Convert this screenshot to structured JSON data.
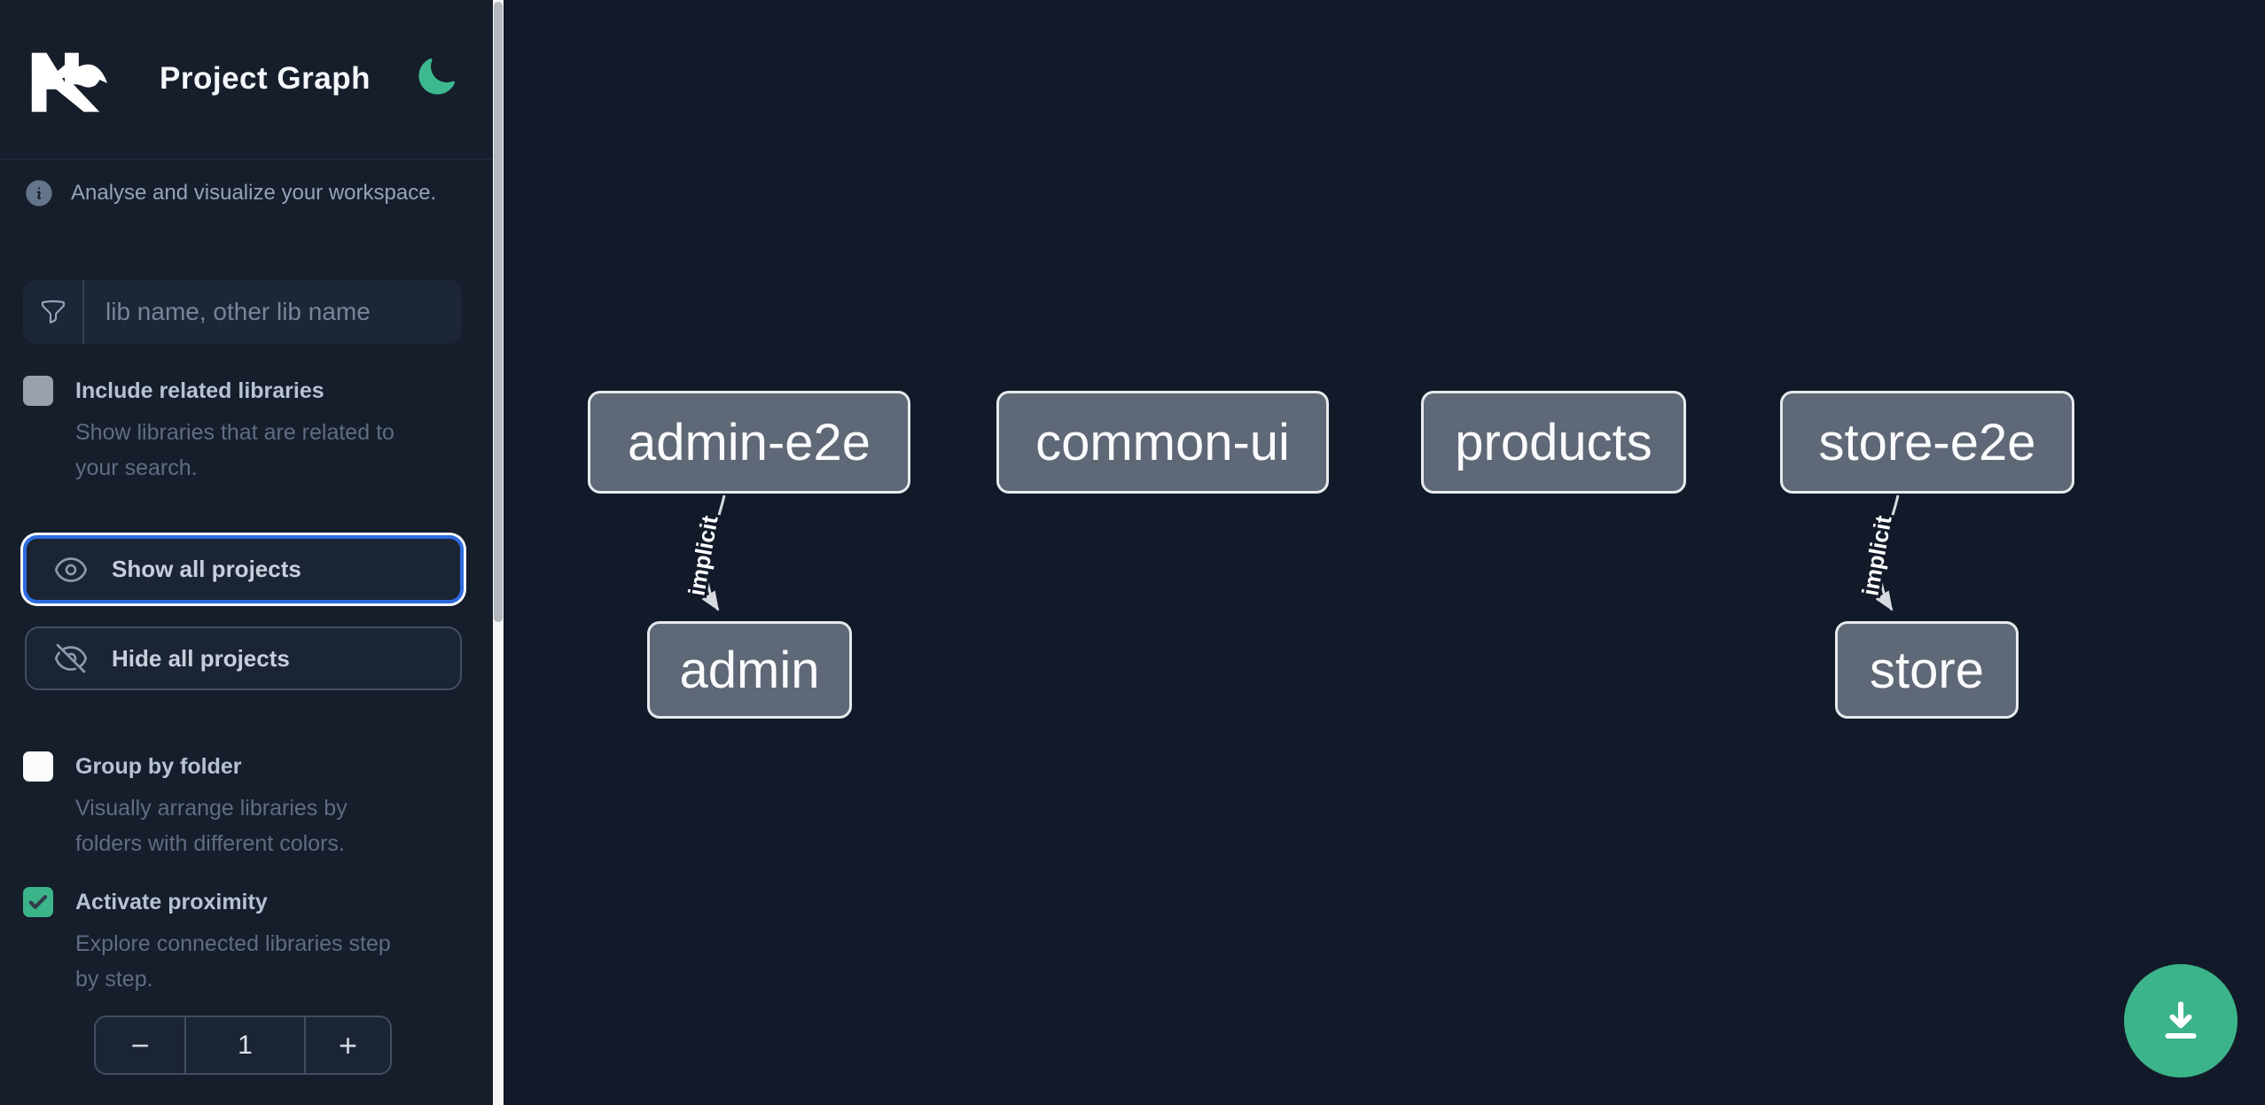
{
  "header": {
    "title": "Project Graph",
    "logo": "nx-logo",
    "theme_toggle_icon": "moon-icon"
  },
  "sidebar": {
    "info_text": "Analyse and visualize your workspace.",
    "search_placeholder": "lib name, other lib name",
    "include_related": {
      "label": "Include related libraries",
      "desc_line1": "Show libraries that are related to",
      "desc_line2": "your search.",
      "checked": false
    },
    "show_all_label": "Show all projects",
    "hide_all_label": "Hide all projects",
    "group_by_folder": {
      "label": "Group by folder",
      "desc_line1": "Visually arrange libraries by",
      "desc_line2": "folders with different colors.",
      "checked": false
    },
    "activate_proximity": {
      "label": "Activate proximity",
      "desc_line1": "Explore connected libraries step",
      "desc_line2": "by step.",
      "checked": true
    },
    "stepper": {
      "decrement": "−",
      "value": "1",
      "increment": "+"
    }
  },
  "graph": {
    "nodes": [
      {
        "label": "admin-e2e"
      },
      {
        "label": "common-ui"
      },
      {
        "label": "products"
      },
      {
        "label": "store-e2e"
      },
      {
        "label": "admin"
      },
      {
        "label": "store"
      }
    ],
    "edges": [
      {
        "source": "admin-e2e",
        "target": "admin",
        "label": "implicit",
        "type": "implicit"
      },
      {
        "source": "store-e2e",
        "target": "store",
        "label": "implicit",
        "type": "implicit"
      }
    ]
  },
  "fab": {
    "icon": "download-icon"
  },
  "colors": {
    "accent_green": "#3bb489",
    "focus_blue": "#2e6be0",
    "node_fill": "#5f6876",
    "node_border": "#e7e9ec",
    "canvas_bg": "#121a29",
    "sidebar_bg": "#161d2b"
  }
}
